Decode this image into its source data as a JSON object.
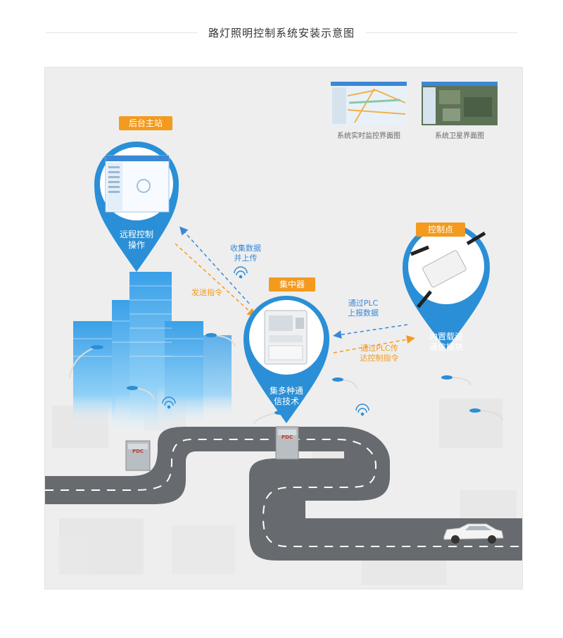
{
  "page_title": "路灯照明控制系统安装示意图",
  "nodes": {
    "backend": {
      "tag": "后台主站",
      "label_line1": "远程控制",
      "label_line2": "操作"
    },
    "concentrator": {
      "tag": "集中器",
      "label_line1": "集多种通",
      "label_line2": "信技术"
    },
    "control_point": {
      "tag": "控制点",
      "label_line1": "内置载波",
      "label_line2": "通信模块"
    }
  },
  "links": {
    "upload_line1": "收集数据",
    "upload_line2": "并上传",
    "send_cmd": "发送指令",
    "plc_report_line1": "通过PLC",
    "plc_report_line2": "上报数据",
    "plc_send_line1": "通过PLC传",
    "plc_send_line2": "达控制指令"
  },
  "screens": {
    "monitor_caption": "系统实时监控界面图",
    "satellite_caption": "系统卫星界面图"
  },
  "cabinets": {
    "label": "PDC"
  },
  "colors": {
    "accent_orange": "#f39a1f",
    "pin_blue": "#2a8fd6",
    "road_gray": "#666a6e",
    "building_blue": "#5ab4ee"
  }
}
